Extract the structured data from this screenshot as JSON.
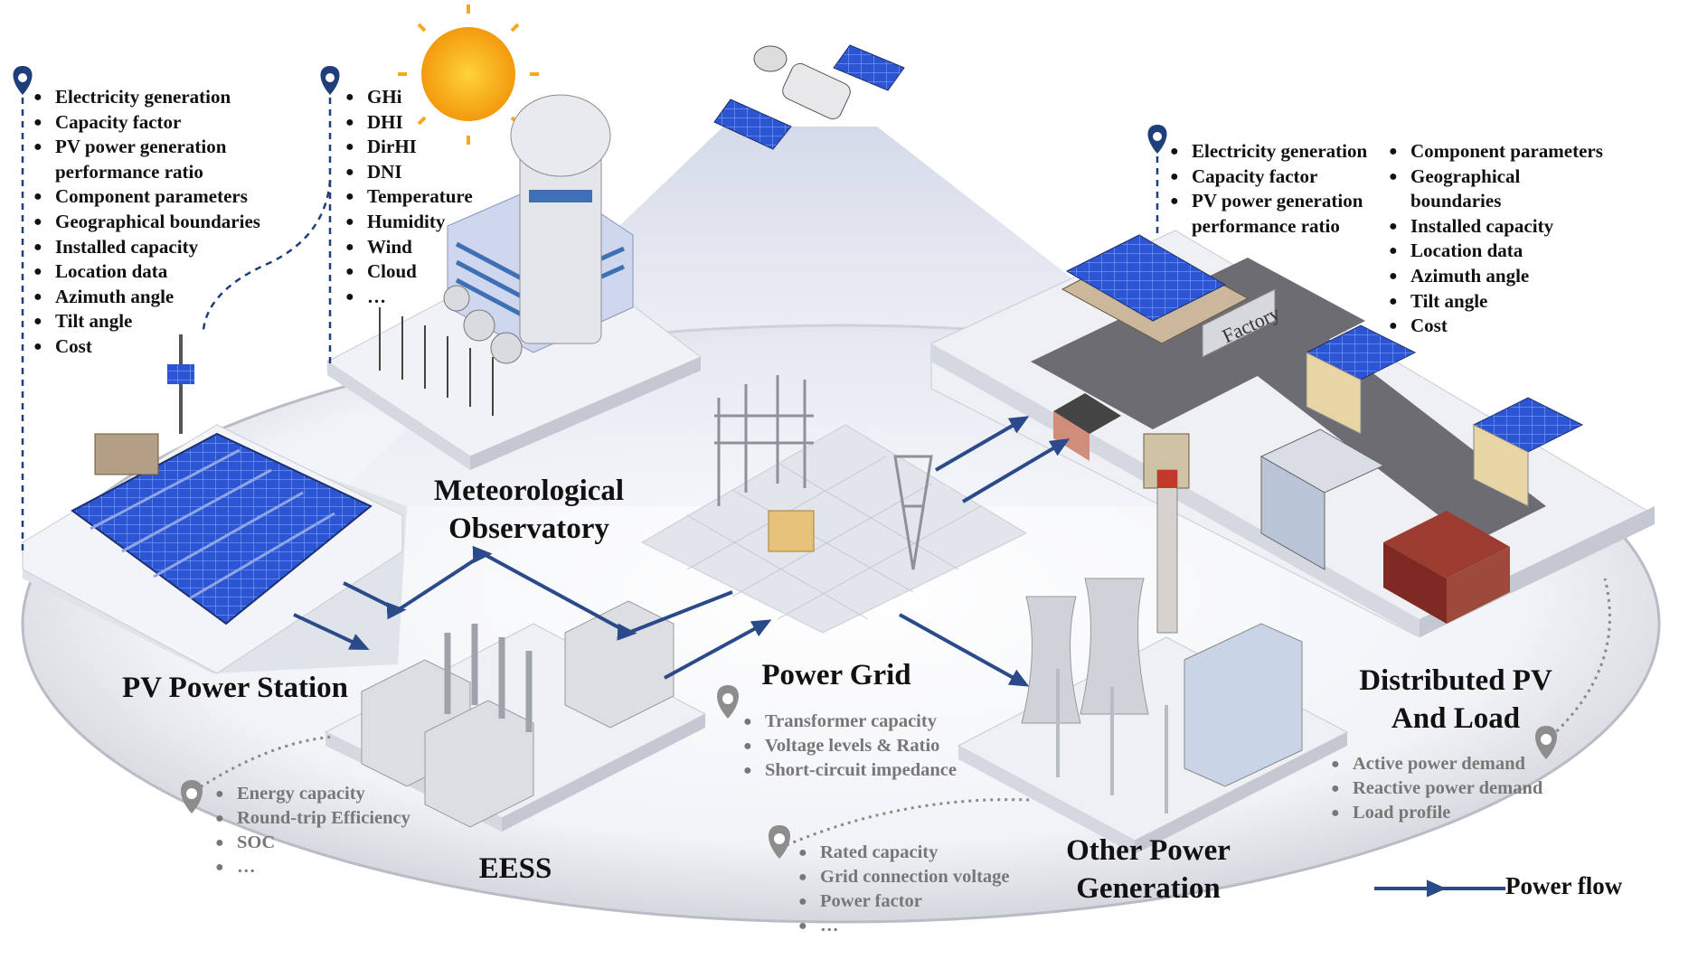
{
  "labels": {
    "pv_station": "PV Power Station",
    "met_observatory": "Meteorological Observatory",
    "power_grid": "Power Grid",
    "distributed": "Distributed PV And Load",
    "eess": "EESS",
    "other_gen": "Other Power Generation",
    "factory": "Factory"
  },
  "pv_station_params": [
    "Electricity generation",
    "Capacity factor",
    "PV power generation performance ratio",
    "Component parameters",
    "Geographical boundaries",
    "Installed capacity",
    "Location data",
    "Azimuth angle",
    "Tilt angle",
    "Cost"
  ],
  "met_params": [
    "GHi",
    "DHI",
    "DirHI",
    "DNI",
    "Temperature",
    "Humidity",
    "Wind",
    "Cloud",
    "…"
  ],
  "distributed_params_left": [
    "Electricity generation",
    "Capacity factor",
    "PV power generation performance ratio"
  ],
  "distributed_params_right": [
    "Component parameters",
    "Geographical boundaries",
    "Installed capacity",
    "Location data",
    "Azimuth angle",
    "Tilt angle",
    "Cost"
  ],
  "grid_params": [
    "Transformer capacity",
    "Voltage levels & Ratio",
    "Short-circuit impedance"
  ],
  "load_params": [
    "Active power demand",
    "Reactive power demand",
    "Load profile"
  ],
  "eess_params": [
    "Energy capacity",
    "Round-trip Efficiency",
    "SOC",
    "…"
  ],
  "other_gen_params": [
    "Rated capacity",
    "Grid connection voltage",
    "Power factor",
    "…"
  ],
  "legend": {
    "power_flow": "Power flow"
  },
  "colors": {
    "flow": "#2a4a8a",
    "panel": "#2a4fc8",
    "pin": "#1f3f7a",
    "platform": "#eef0f4"
  }
}
